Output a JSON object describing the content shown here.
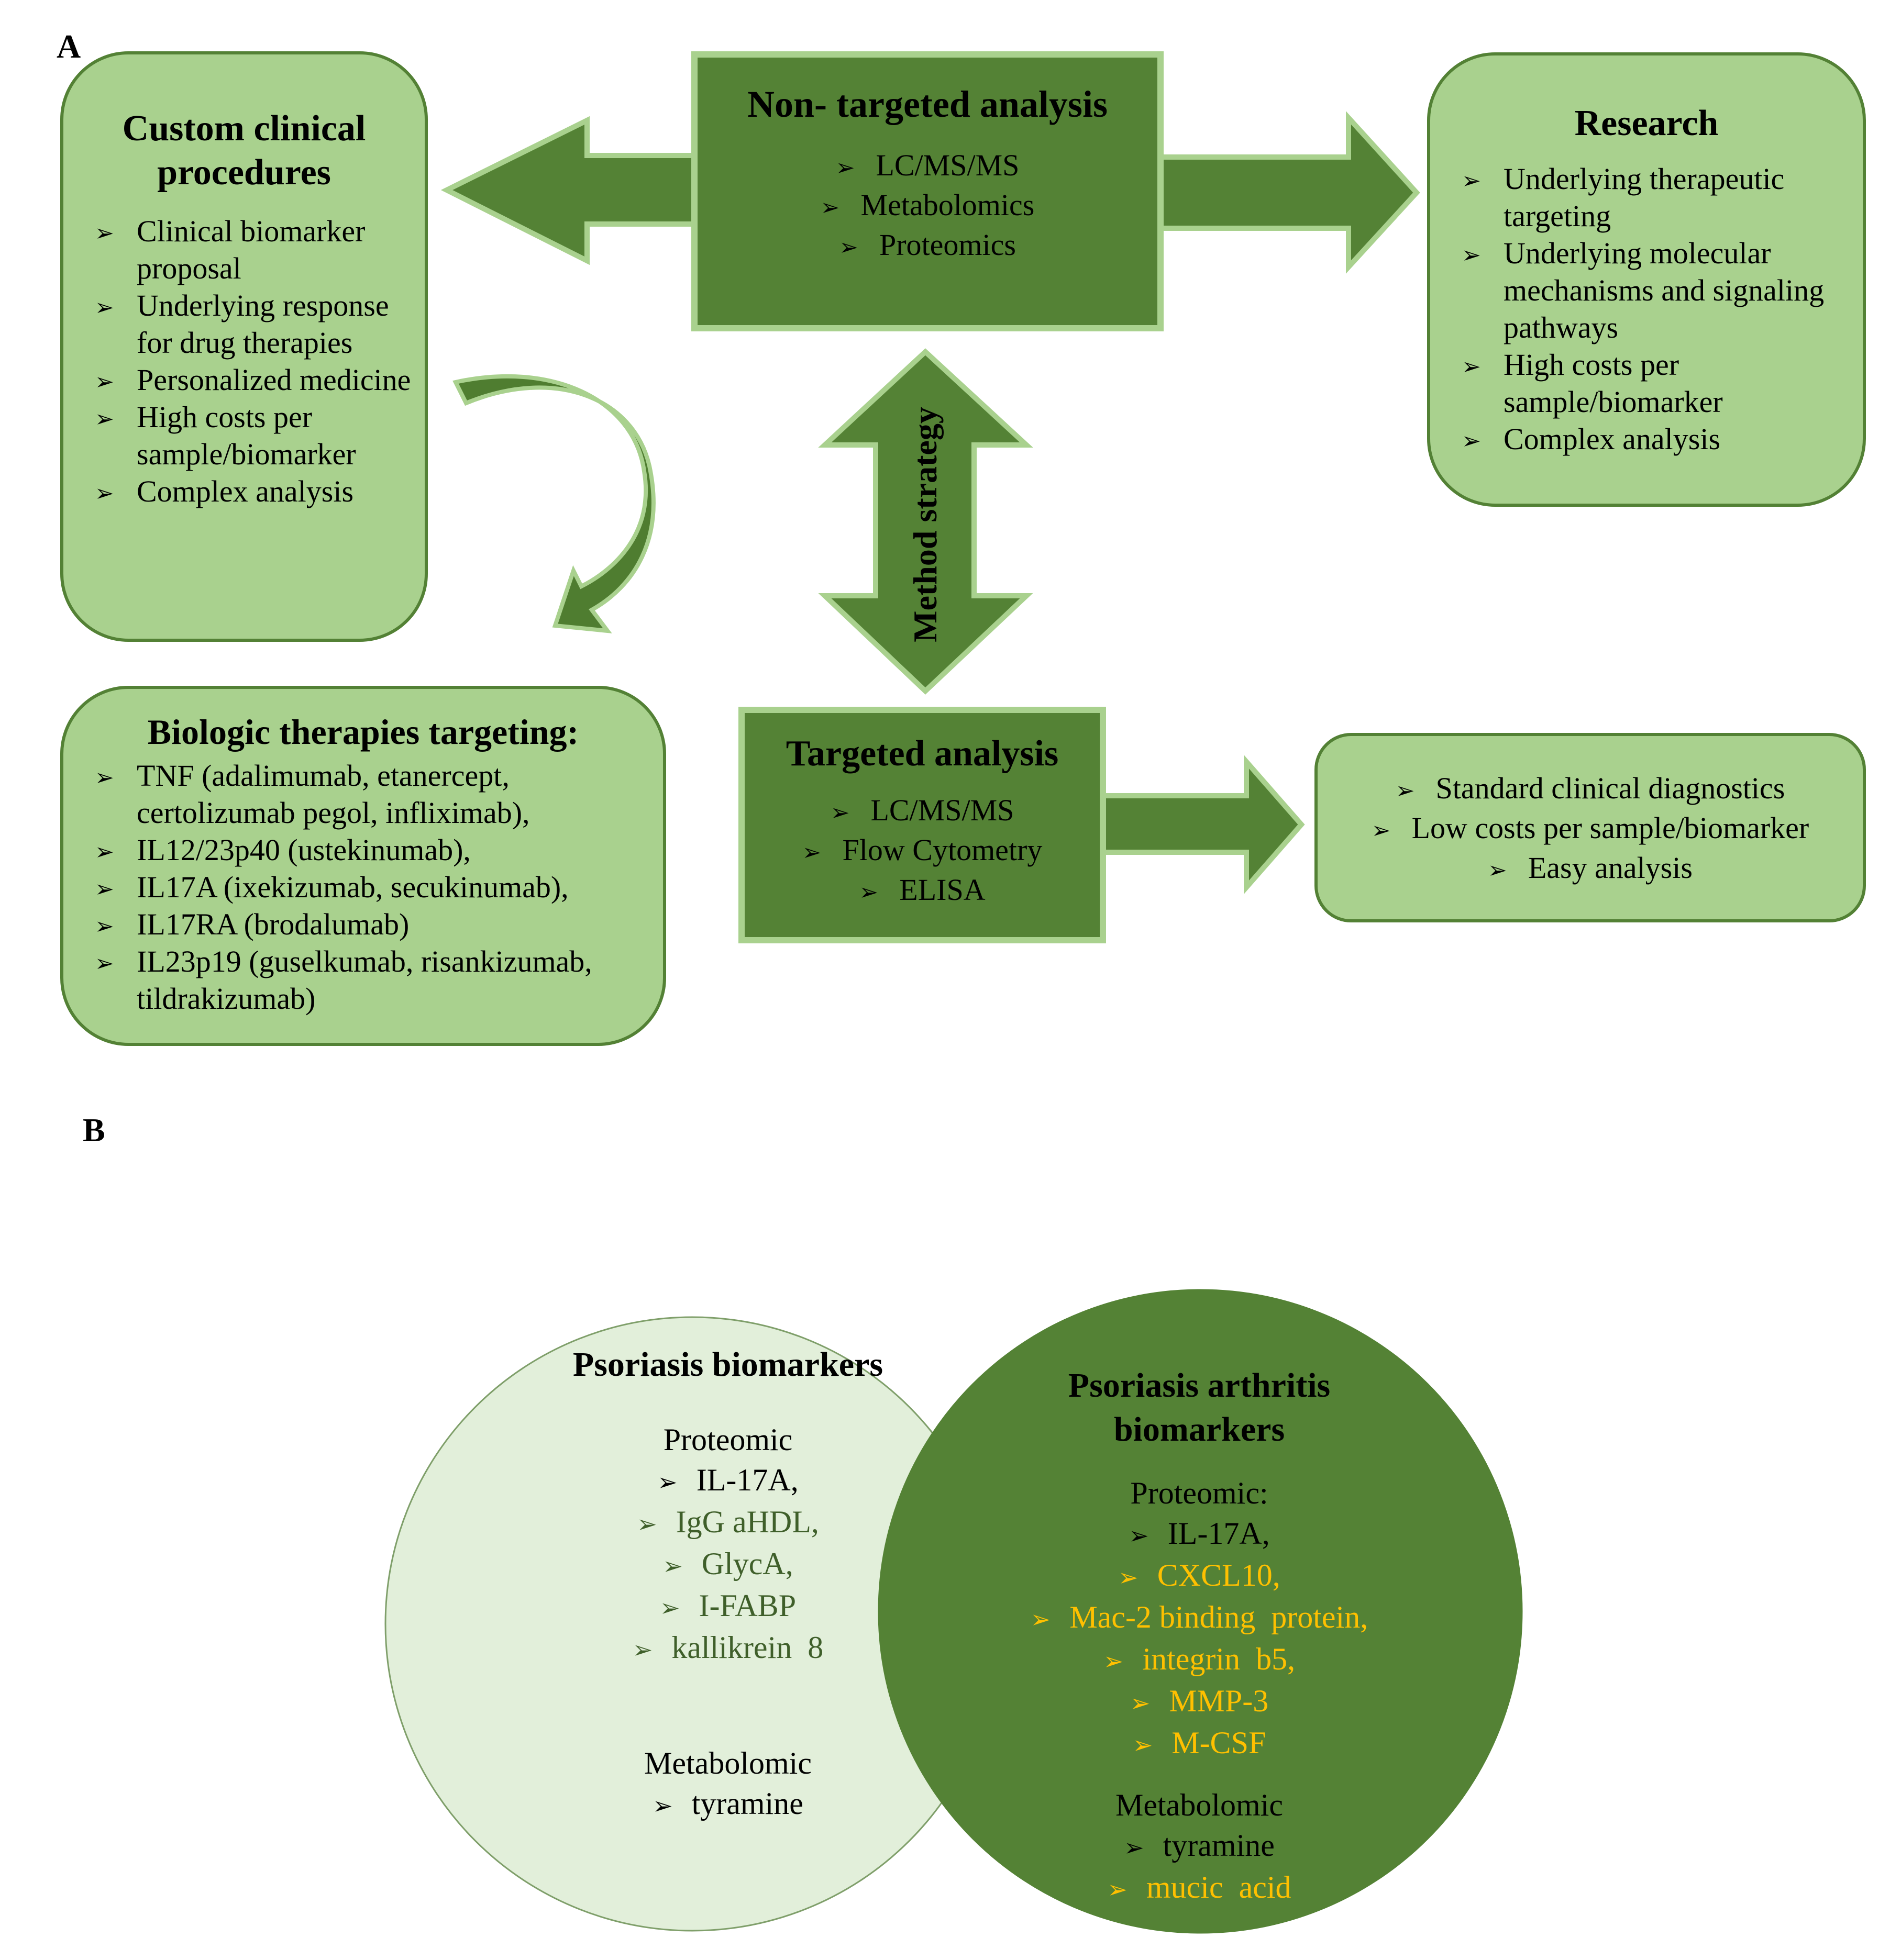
{
  "panel_a": {
    "label": "A",
    "custom_clinical": {
      "title": "Custom clinical procedures",
      "items": [
        "Clinical biomarker proposal",
        "Underlying response for drug therapies",
        "Personalized medicine",
        "High costs per sample/biomarker",
        "Complex analysis"
      ]
    },
    "non_targeted": {
      "title": "Non- targeted analysis",
      "items": [
        "LC/MS/MS",
        "Metabolomics",
        "Proteomics"
      ]
    },
    "research": {
      "title": "Research",
      "items": [
        "Underlying therapeutic targeting",
        "Underlying molecular mechanisms and signaling pathways",
        "High costs per sample/biomarker",
        "Complex analysis"
      ]
    },
    "method_strategy": {
      "label": "Method strategy"
    },
    "biologic": {
      "title": "Biologic therapies targeting:",
      "items": [
        "TNF (adalimumab, etanercept, certolizumab pegol, infliximab),",
        "IL12/23p40 (ustekinumab),",
        "IL17A (ixekizumab, secukinumab),",
        "IL17RA (brodalumab)",
        "IL23p19 (guselkumab, risankizumab, tildrakizumab)"
      ]
    },
    "targeted": {
      "title": "Targeted analysis",
      "items": [
        "LC/MS/MS",
        "Flow Cytometry",
        "ELISA"
      ]
    },
    "standard": {
      "items": [
        "Standard clinical diagnostics",
        "Low costs per sample/biomarker",
        "Easy analysis"
      ]
    }
  },
  "panel_b": {
    "label": "B",
    "psoriasis": {
      "title": "Psoriasis biomarkers",
      "proteomic_label": "Proteomic",
      "proteomic": [
        {
          "text": "IL-17A,",
          "shared": true
        },
        {
          "text": "IgG aHDL,",
          "shared": false
        },
        {
          "text": "GlycA,",
          "shared": false
        },
        {
          "text": "I-FABP",
          "shared": false
        },
        {
          "text": "kallikrein  8",
          "shared": false
        }
      ],
      "metabolomic_label": "Metabolomic",
      "metabolomic": [
        {
          "text": "tyramine",
          "shared": true
        }
      ]
    },
    "psa": {
      "title_line1": "Psoriasis arthritis",
      "title_line2": "biomarkers",
      "proteomic_label": "Proteomic:",
      "proteomic": [
        {
          "text": "IL-17A,",
          "shared": true
        },
        {
          "text": "CXCL10,",
          "shared": false
        },
        {
          "text": "Mac-2 binding  protein,",
          "shared": false
        },
        {
          "text": "integrin  b5,",
          "shared": false
        },
        {
          "text": "MMP-3",
          "shared": false
        },
        {
          "text": "M-CSF",
          "shared": false
        }
      ],
      "metabolomic_label": "Metabolomic",
      "metabolomic": [
        {
          "text": "tyramine",
          "shared": true
        },
        {
          "text": "mucic  acid",
          "shared": false
        }
      ]
    }
  },
  "icons": {
    "bullet": "arrowhead-bullet-icon",
    "bullet_glyph": "➢"
  },
  "colors": {
    "light_green": "#a9d18e",
    "dark_green": "#548235",
    "border_green": "#538135",
    "pale_green": "#e2efda",
    "specific_psoriasis_text": "#3f5f2a",
    "specific_psa_text": "#ffc000"
  }
}
